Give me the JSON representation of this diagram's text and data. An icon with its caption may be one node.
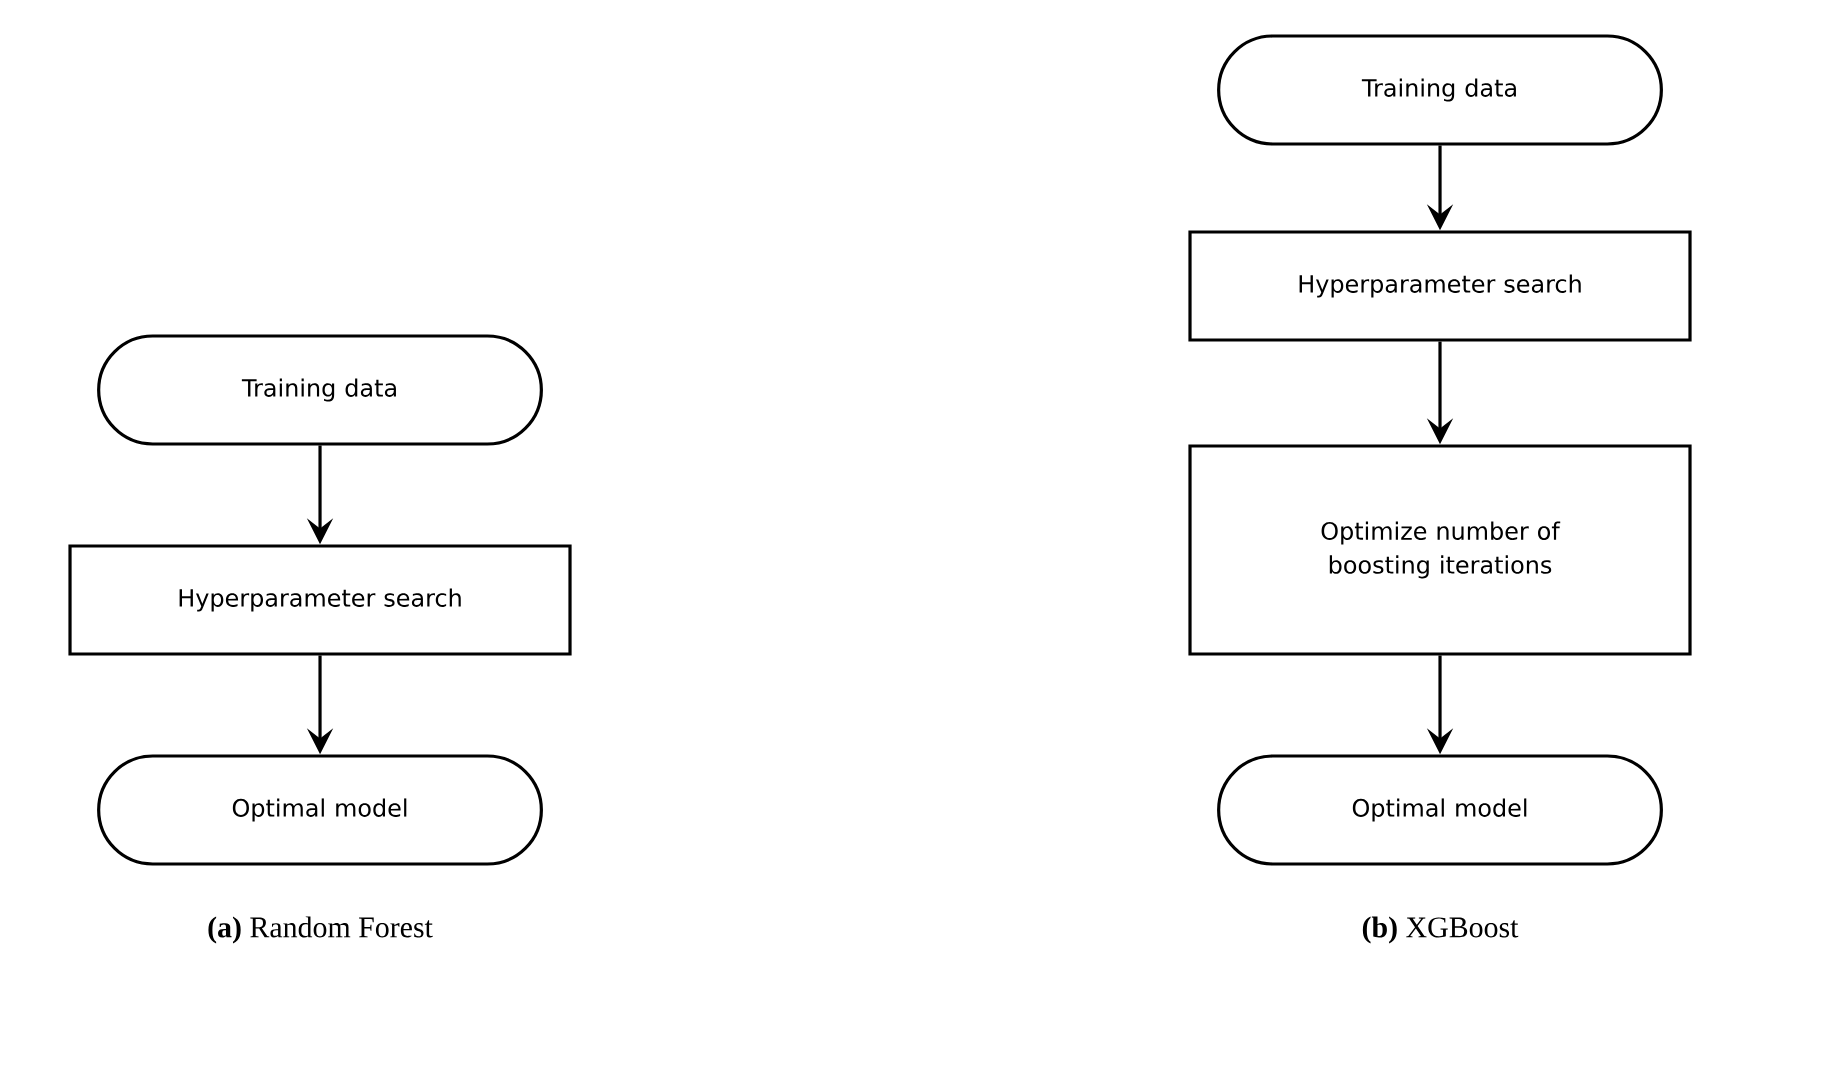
{
  "diagram": {
    "nodes": [
      {
        "text": [
          "Training data"
        ]
      },
      {
        "text": [
          "Hyperparameter search"
        ]
      },
      {
        "text": [
          "Optimal model"
        ]
      },
      {
        "text": [
          "Training data"
        ]
      },
      {
        "text": [
          "Hyperparameter search"
        ]
      },
      {
        "text": [
          "Optimize number of boosting iterations"
        ]
      },
      {
        "text": [
          "Optimal model"
        ]
      }
    ],
    "edges": [
      {
        "from": 0,
        "to": 1,
        "arrow": "to"
      },
      {
        "from": 1,
        "to": 2,
        "arrow": "to"
      },
      {
        "from": 3,
        "to": 4,
        "arrow": "to"
      },
      {
        "from": 4,
        "to": 5,
        "arrow": "to"
      },
      {
        "from": 5,
        "to": 6,
        "arrow": "to"
      }
    ],
    "labels": [
      "**(a)** Random Forest",
      "**(b)** XGBoost"
    ]
  }
}
